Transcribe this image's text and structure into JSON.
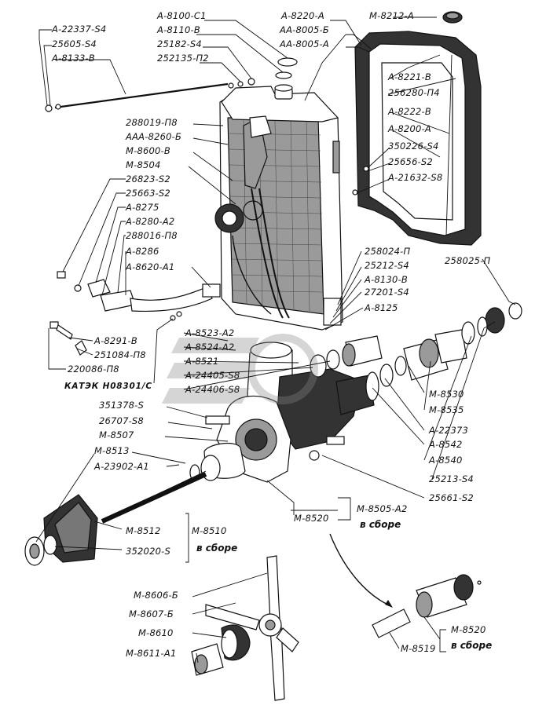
{
  "diagram": {
    "stamp": "КАТЭК Н08301/С",
    "labels": {
      "a8100c1": "А-8100-С1",
      "a8110b": "А-8110-В",
      "p25182s4": "25182-S4",
      "p252135p2": "252135-П2",
      "a22337s4": "А-22337-S4",
      "p25605s4": "25605-S4",
      "a8133b": "А-8133-В",
      "a8220a": "А-8220-А",
      "aa8005b": "АА-8005-Б",
      "aa8005a": "АА-8005-А",
      "m8212a": "М-8212-А",
      "a8221b": "А-8221-В",
      "p256280p4": "256280-П4",
      "a8222b": "А-8222-В",
      "a8200a": "А-8200-А",
      "p350226s4": "350226-S4",
      "p25656s2": "25656-S2",
      "a21632s8": "А-21632-S8",
      "p288019p8": "288019-П8",
      "aaa8260b": "ААА-8260-Б",
      "m8600b": "М-8600-В",
      "m8504": "М-8504",
      "p26823s2": "26823-S2",
      "p25663s2": "25663-S2",
      "a8275": "А-8275",
      "a8280a2": "А-8280-А2",
      "p288016p8": "288016-П8",
      "a8286": "А-8286",
      "a8620a1": "А-8620-А1",
      "p258024p": "258024-П",
      "p25212s4": "25212-S4",
      "a8130b": "А-8130-В",
      "p27201s4": "27201-S4",
      "a8125": "А-8125",
      "p258025p": "258025-П",
      "a8291b": "А-8291-В",
      "p251084p8": "251084-П8",
      "p220086p8": "220086-П8",
      "a8523a2": "А-8523-А2",
      "a8524a2": "А-8524-А2",
      "a8521": "А-8521",
      "a24405s8": "А-24405-S8",
      "a24406s8": "А-24406-S8",
      "p351378s": "351378-S",
      "p26707s8": "26707-S8",
      "m8507": "М-8507",
      "m8513": "М-8513",
      "a23902a1": "А-23902-А1",
      "m8530": "М-8530",
      "m8535": "М-8535",
      "a22373": "А-22373",
      "a8542": "А-8542",
      "a8540": "А-8540",
      "p25213s4": "25213-S4",
      "p25661s2": "25661-S2",
      "m8505a2": "М-8505-А2",
      "m8505a2sub": "в сборе",
      "m8520": "М-8520",
      "m8512": "М-8512",
      "m8510": "М-8510",
      "m8510sub": "в сборе",
      "p352020s": "352020-S",
      "m8606b": "М-8606-Б",
      "m8607b": "М-8607-Б",
      "m8610": "М-8610",
      "m8611a1": "М-8611-А1",
      "m8519": "М-8519",
      "m8520b": "М-8520",
      "m8520bsub": "в сборе"
    }
  }
}
